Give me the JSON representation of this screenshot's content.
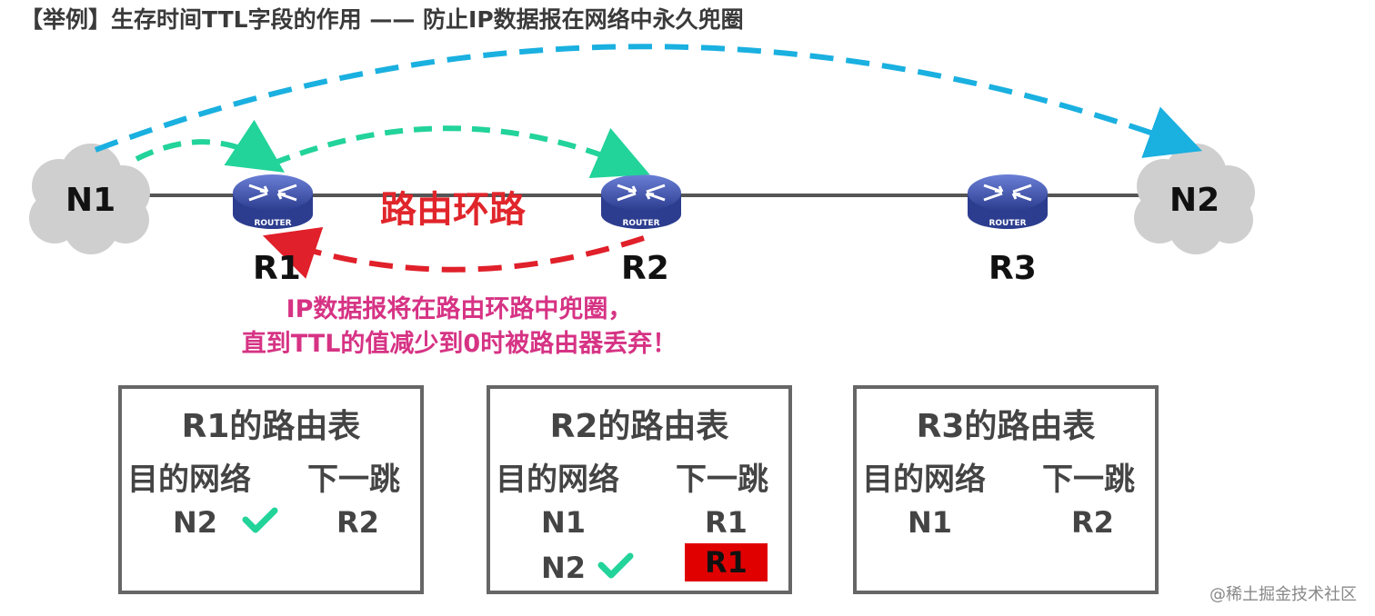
{
  "title": "【举例】生存时间TTL字段的作用 —— 防止IP数据报在网络中永久兜圈",
  "networks": [
    {
      "id": "N1",
      "label": "N1"
    },
    {
      "id": "N2",
      "label": "N2"
    }
  ],
  "routers": [
    {
      "id": "R1",
      "label": "R1",
      "device_text": "ROUTER"
    },
    {
      "id": "R2",
      "label": "R2",
      "device_text": "ROUTER"
    },
    {
      "id": "R3",
      "label": "R3",
      "device_text": "ROUTER"
    }
  ],
  "loop_label": "路由环路",
  "warning_lines": [
    "IP数据报将在路由环路中兜圈，",
    "直到TTL的值减少到0时被路由器丢弃！"
  ],
  "routing_tables": [
    {
      "title": "R1的路由表",
      "col_dest": "目的网络",
      "col_next": "下一跳",
      "rows": [
        {
          "dest": "N2",
          "next": "R2",
          "check": true,
          "highlight": false
        }
      ]
    },
    {
      "title": "R2的路由表",
      "col_dest": "目的网络",
      "col_next": "下一跳",
      "rows": [
        {
          "dest": "N1",
          "next": "R1",
          "check": false,
          "highlight": false
        },
        {
          "dest": "N2",
          "next": "R1",
          "check": true,
          "highlight": true
        }
      ]
    },
    {
      "title": "R3的路由表",
      "col_dest": "目的网络",
      "col_next": "下一跳",
      "rows": [
        {
          "dest": "N1",
          "next": "R2",
          "check": false,
          "highlight": false
        }
      ]
    }
  ],
  "colors": {
    "blue_arrow": "#1ab0e0",
    "green_arrow": "#22d39a",
    "red_arrow": "#e0202a",
    "highlight": "#e00000",
    "check": "#22d39a",
    "warning_text": "#d63384"
  },
  "watermark": "@稀土掘金技术社区"
}
